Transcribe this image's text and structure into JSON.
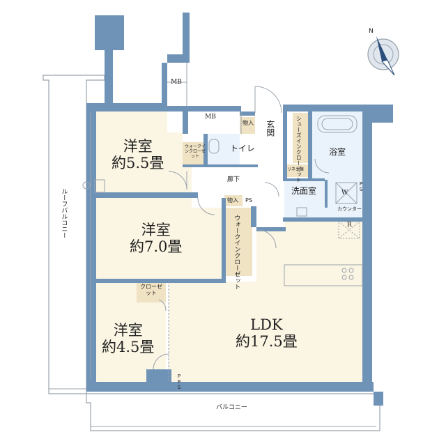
{
  "rooms": {
    "western1": {
      "name": "洋室",
      "size": "約5.5畳"
    },
    "western2": {
      "name": "洋室",
      "size": "約7.0畳"
    },
    "western3": {
      "name": "洋室",
      "size": "約4.5畳"
    },
    "ldk": {
      "name": "LDK",
      "size": "約17.5畳"
    },
    "bath": {
      "name": "浴室"
    },
    "washroom": {
      "name": "洗面室"
    },
    "toilet": {
      "name": "トイレ"
    },
    "entrance": {
      "name": "玄関"
    },
    "hallway": {
      "name": "廊下"
    }
  },
  "labels": {
    "mb_top": "MB",
    "mb_mid": "MB",
    "storage1": "物入",
    "storage2": "物入",
    "ps1": "PS",
    "ps_side": "PS",
    "pps": "PPS",
    "walkin_small": "ウォークインクローゼット",
    "walkin_big": "ウォークインクローゼット",
    "closet": "クローゼット",
    "shoes_closet": "シューズインクローゼット",
    "linen": "リネン庫",
    "counter": "カウンター",
    "w_mark": "W",
    "r_mark": "R",
    "roof_balcony": "ルーフバルコニー",
    "balcony": "バルコニー",
    "north": "N"
  },
  "colors": {
    "wall": "#6f93b6",
    "room": "#fbf5e3",
    "wet": "#eaf3fb",
    "storage": "#f0e3c4",
    "line": "#9aa3ad"
  }
}
